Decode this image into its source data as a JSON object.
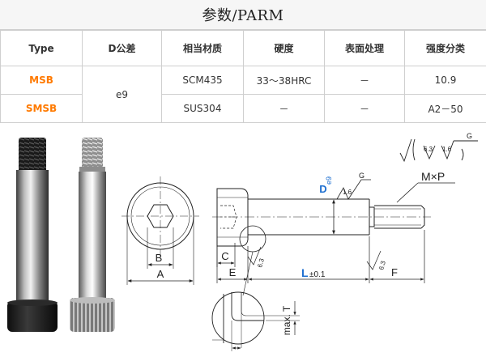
{
  "title": "参数/PARM",
  "table": {
    "headers": [
      "Type",
      "D公差",
      "相当材质",
      "硬度",
      "表面处理",
      "强度分类"
    ],
    "rows": [
      {
        "type": "MSB",
        "tolerance": "e9",
        "material": "SCM435",
        "hardness": "33～38HRC",
        "surface": "－",
        "strength": "10.9"
      },
      {
        "type": "SMSB",
        "tolerance": "",
        "material": "SUS304",
        "hardness": "－",
        "surface": "－",
        "strength": "A2－50"
      }
    ]
  },
  "drawing": {
    "labels": {
      "b": "B",
      "a": "A",
      "c": "C",
      "e": "E",
      "f": "F",
      "l": "L",
      "l_tol": "±0.1",
      "d": "D",
      "d_sub": "e9",
      "mxp": "M×P",
      "max_t": "max. T",
      "r16": "1.6",
      "g": "G",
      "r63": "6.3",
      "legend_63": "6.3",
      "legend_16": "1.6",
      "legend_g": "G"
    }
  },
  "colors": {
    "accent_type": "#ff7a00",
    "dim_blue": "#1e6fd0"
  }
}
